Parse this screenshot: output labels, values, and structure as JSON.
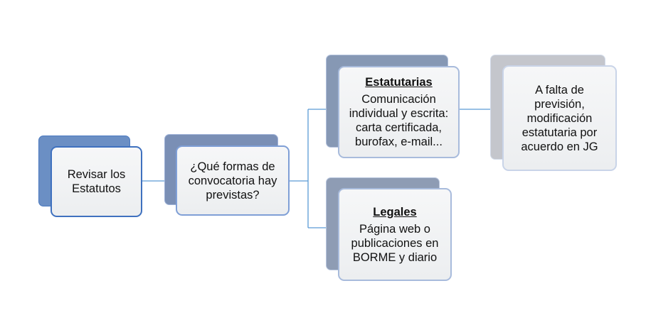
{
  "colors": {
    "connector": "#5b9bd5",
    "blue_back": "#6b8fc4",
    "blue_border": "#4a79c0",
    "slate_back": "#8698b4",
    "slate_border": "#a8bbdc",
    "grey_back": "#c4c6cc",
    "grey_border": "#c9d4e8"
  },
  "nodes": {
    "revisar": {
      "text": "Revisar los\nEstatutos"
    },
    "formas": {
      "text": "¿Qué formas de\nconvocatoria hay\nprevistas?"
    },
    "estatutarias": {
      "title": "Estatutarias",
      "text": "Comunicación\nindividual y escrita:\ncarta certificada,\nburofax, e-mail..."
    },
    "legales": {
      "title": "Legales",
      "text": "Página web o\npublicaciones en\nBORME y diario"
    },
    "falta": {
      "text": "A falta de\nprevisión,\nmodificación\nestatutaria por\nacuerdo en JG"
    }
  }
}
